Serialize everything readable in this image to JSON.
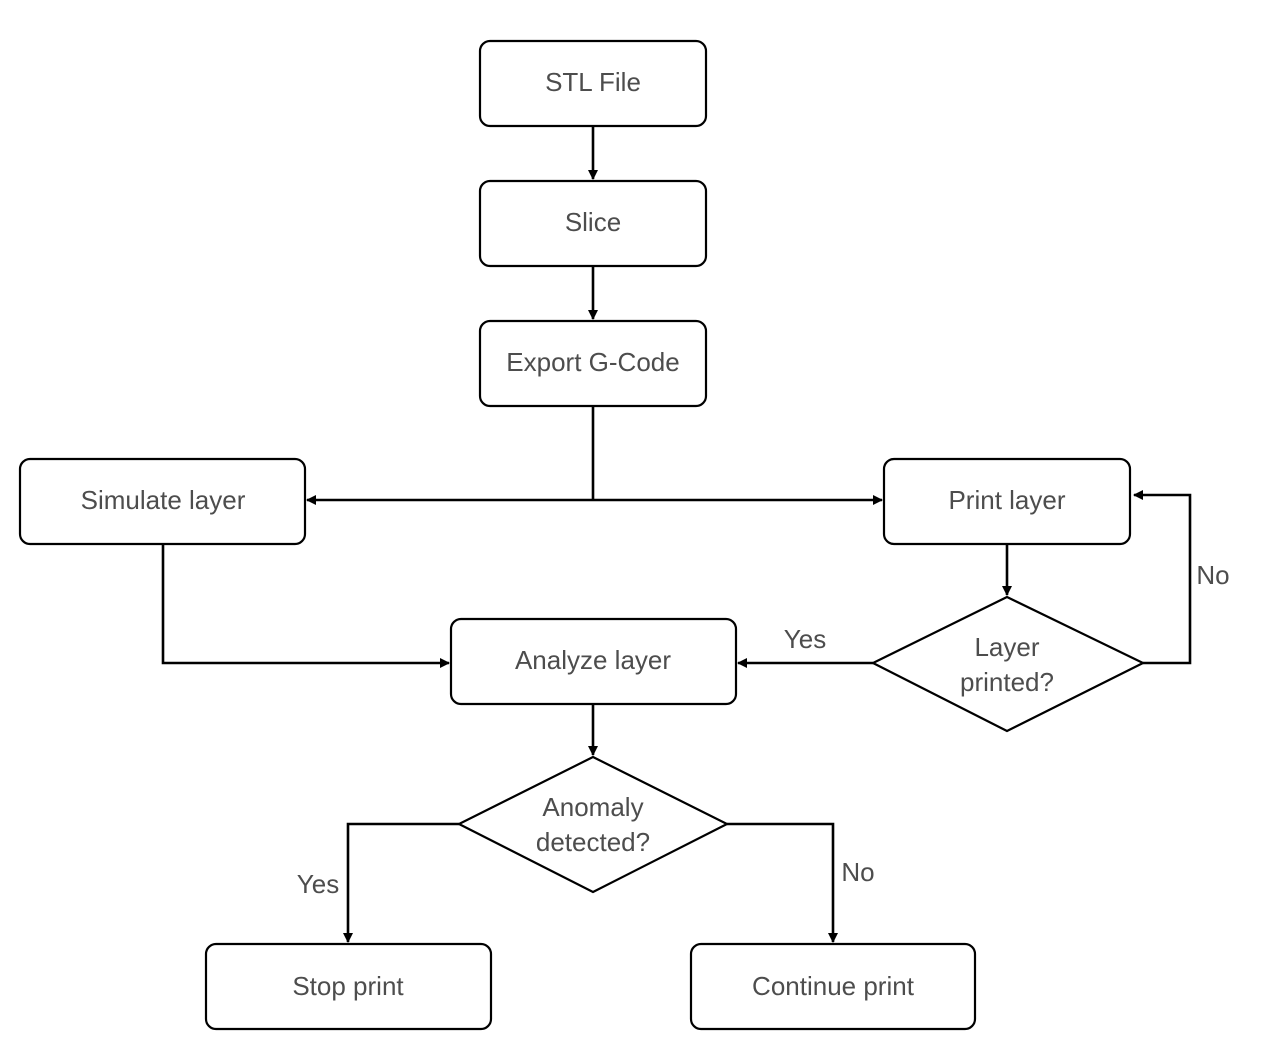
{
  "diagram": {
    "nodes": {
      "stl_file": "STL File",
      "slice": "Slice",
      "export_gcode": "Export G-Code",
      "simulate_layer": "Simulate layer",
      "print_layer": "Print layer",
      "layer_printed_line1": "Layer",
      "layer_printed_line2": "printed?",
      "analyze_layer": "Analyze layer",
      "anomaly_line1": "Anomaly",
      "anomaly_line2": "detected?",
      "stop_print": "Stop print",
      "continue_print": "Continue print"
    },
    "edge_labels": {
      "layer_printed_yes": "Yes",
      "layer_printed_no": "No",
      "anomaly_yes": "Yes",
      "anomaly_no": "No"
    }
  }
}
